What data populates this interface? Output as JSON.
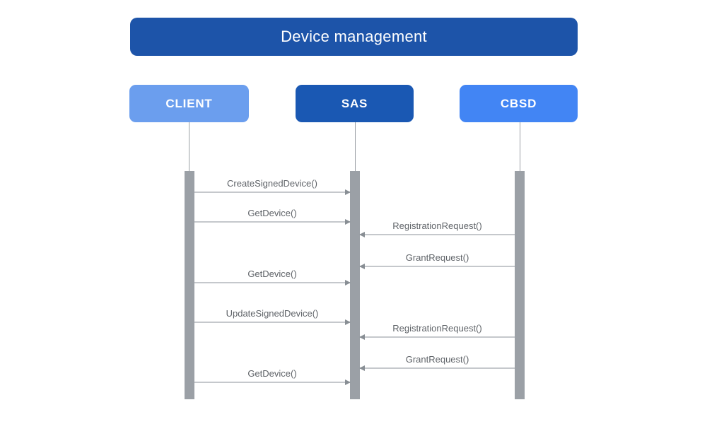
{
  "title": "Device management",
  "colors": {
    "title_bg": "#1d54a9",
    "client_bg": "#6b9eee",
    "sas_bg": "#1a58b3",
    "cbsd_bg": "#4285f4",
    "lifeline_gray": "#9ba0a6",
    "message_line_gray": "#c5c8cc",
    "arrowhead_gray": "#888e94",
    "message_text": "#5f6368",
    "text_on_blue": "#ffffff"
  },
  "actors": [
    {
      "name": "CLIENT",
      "color": "#6b9eee"
    },
    {
      "name": "SAS",
      "color": "#1a58b3"
    },
    {
      "name": "CBSD",
      "color": "#4285f4"
    }
  ],
  "messages": [
    {
      "label": "CreateSignedDevice()",
      "from": "CLIENT",
      "to": "SAS",
      "direction": "right"
    },
    {
      "label": "GetDevice()",
      "from": "CLIENT",
      "to": "SAS",
      "direction": "right"
    },
    {
      "label": "RegistrationRequest()",
      "from": "CBSD",
      "to": "SAS",
      "direction": "left"
    },
    {
      "label": "GrantRequest()",
      "from": "CBSD",
      "to": "SAS",
      "direction": "left"
    },
    {
      "label": "GetDevice()",
      "from": "CLIENT",
      "to": "SAS",
      "direction": "right"
    },
    {
      "label": "UpdateSignedDevice()",
      "from": "CLIENT",
      "to": "SAS",
      "direction": "right"
    },
    {
      "label": "RegistrationRequest()",
      "from": "CBSD",
      "to": "SAS",
      "direction": "left"
    },
    {
      "label": "GrantRequest()",
      "from": "CBSD",
      "to": "SAS",
      "direction": "left"
    },
    {
      "label": "GetDevice()",
      "from": "CLIENT",
      "to": "SAS",
      "direction": "right"
    }
  ]
}
